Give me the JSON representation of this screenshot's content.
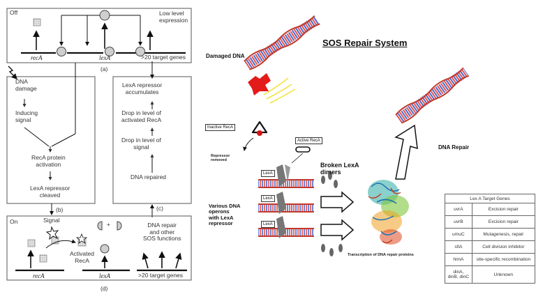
{
  "left_panel": {
    "panel_a": {
      "off_label": "Off",
      "low_level": "Low level\nexpression",
      "gene_reca": "recA",
      "gene_lexa": "lexA",
      "target_genes": ">20 target genes",
      "caption": "(a)"
    },
    "panel_b": {
      "dna_damage": "DNA\ndamage",
      "inducing_signal": "Inducing\nsignal",
      "reca_activation": "RecA protein\nactivation",
      "lexa_cleaved": "LexA repressor\ncleaved",
      "caption": "(b)"
    },
    "panel_c": {
      "accumulates": "LexA repressor\naccumulates",
      "drop_activated": "Drop in level of\nactivated RecA",
      "drop_signal": "Drop in level of\nsignal",
      "dna_repaired": "DNA repaired",
      "caption": "(c)"
    },
    "panel_d": {
      "on_label": "On",
      "signal": "Signal",
      "activated_reca": "Activated\nRecA",
      "plus": "+",
      "dna_repair": "DNA repair\nand other\nSOS functions",
      "gene_reca": "recA",
      "gene_lexa": "lexA",
      "target_genes": ">20 target genes",
      "caption": "(d)"
    }
  },
  "right_panel": {
    "title": "SOS Repair System",
    "damaged_dna": "Damaged DNA",
    "inactive_reca": "Inactive RecA",
    "active_reca": "Active RecA",
    "repressor_removed": "Repressor\nremoved",
    "lexa_label": "LexA",
    "broken_lexa": "Broken LexA\ndimers",
    "various_dna": "Various DNA\noperons\nwith LexA\nrepressor",
    "dna_repair": "DNA Repair",
    "transcription": "Transcription of DNA repair proteins",
    "table": {
      "header": "Lex A Target Genes",
      "rows": [
        {
          "gene": "uvrA",
          "function": "Excision repair"
        },
        {
          "gene": "uvrB",
          "function": "Excision repair"
        },
        {
          "gene": "umuC",
          "function": "Mutagenesis, repair"
        },
        {
          "gene": "sfiA",
          "function": "Cell division inhibitor"
        },
        {
          "gene": "himA",
          "function": "site-specific recombination"
        },
        {
          "gene": "dinA,\ndinB, dinC",
          "function": "Unknown"
        }
      ]
    }
  },
  "colors": {
    "helix_red": "#c0392b",
    "helix_blue": "#3b4ea8",
    "damage_red": "#e31b1b",
    "damage_yellow": "#f2e33c",
    "stipple_gray": "#bdbdbd"
  }
}
